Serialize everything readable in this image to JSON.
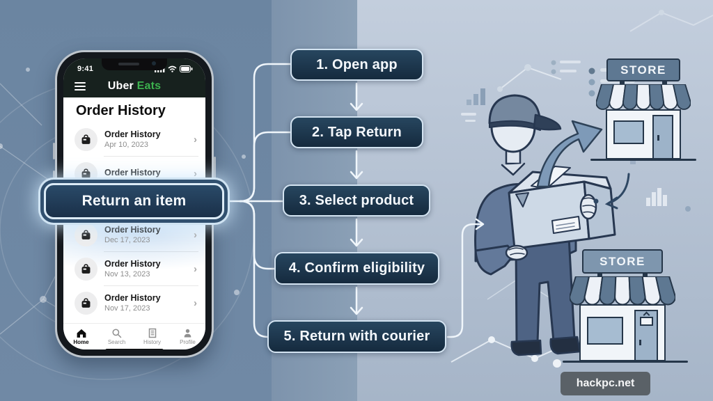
{
  "phone": {
    "status_bar": {
      "time": "9:41"
    },
    "header": {
      "brand_uber": "Uber",
      "brand_eats": "Eats"
    },
    "screen_title": "Order History",
    "orders": [
      {
        "title": "Order History",
        "date": "Apr 10, 2023"
      },
      {
        "title": "Order History",
        "date": ""
      },
      {
        "title": "Order History",
        "date": "Dec 17, 2023"
      },
      {
        "title": "Order History",
        "date": "Nov 13, 2023"
      },
      {
        "title": "Order History",
        "date": "Nov 17, 2023"
      }
    ],
    "chevron": "›",
    "nav": [
      {
        "label": "Home"
      },
      {
        "label": "Search"
      },
      {
        "label": "History"
      },
      {
        "label": "Profile"
      }
    ]
  },
  "callout": {
    "label": "Return an item"
  },
  "steps": [
    {
      "label": "1. Open app"
    },
    {
      "label": "2. Tap Return"
    },
    {
      "label": "3. Select product"
    },
    {
      "label": "4. Confirm eligibility"
    },
    {
      "label": "5. Return with courier"
    }
  ],
  "illustration": {
    "store_top_sign": "STORE",
    "store_bottom_sign": "STORE"
  },
  "watermark": {
    "label": "hackpc.net"
  },
  "colors": {
    "bg_left": "#6b85a1",
    "bg_right": "#c3cedd",
    "step_box_bg": "#1d3a54",
    "step_box_border": "#d4e4f2",
    "callout_bg": "#223c57",
    "eats_green": "#3cb14e",
    "connector": "#f0f6fb",
    "outline_dark": "#253649"
  }
}
